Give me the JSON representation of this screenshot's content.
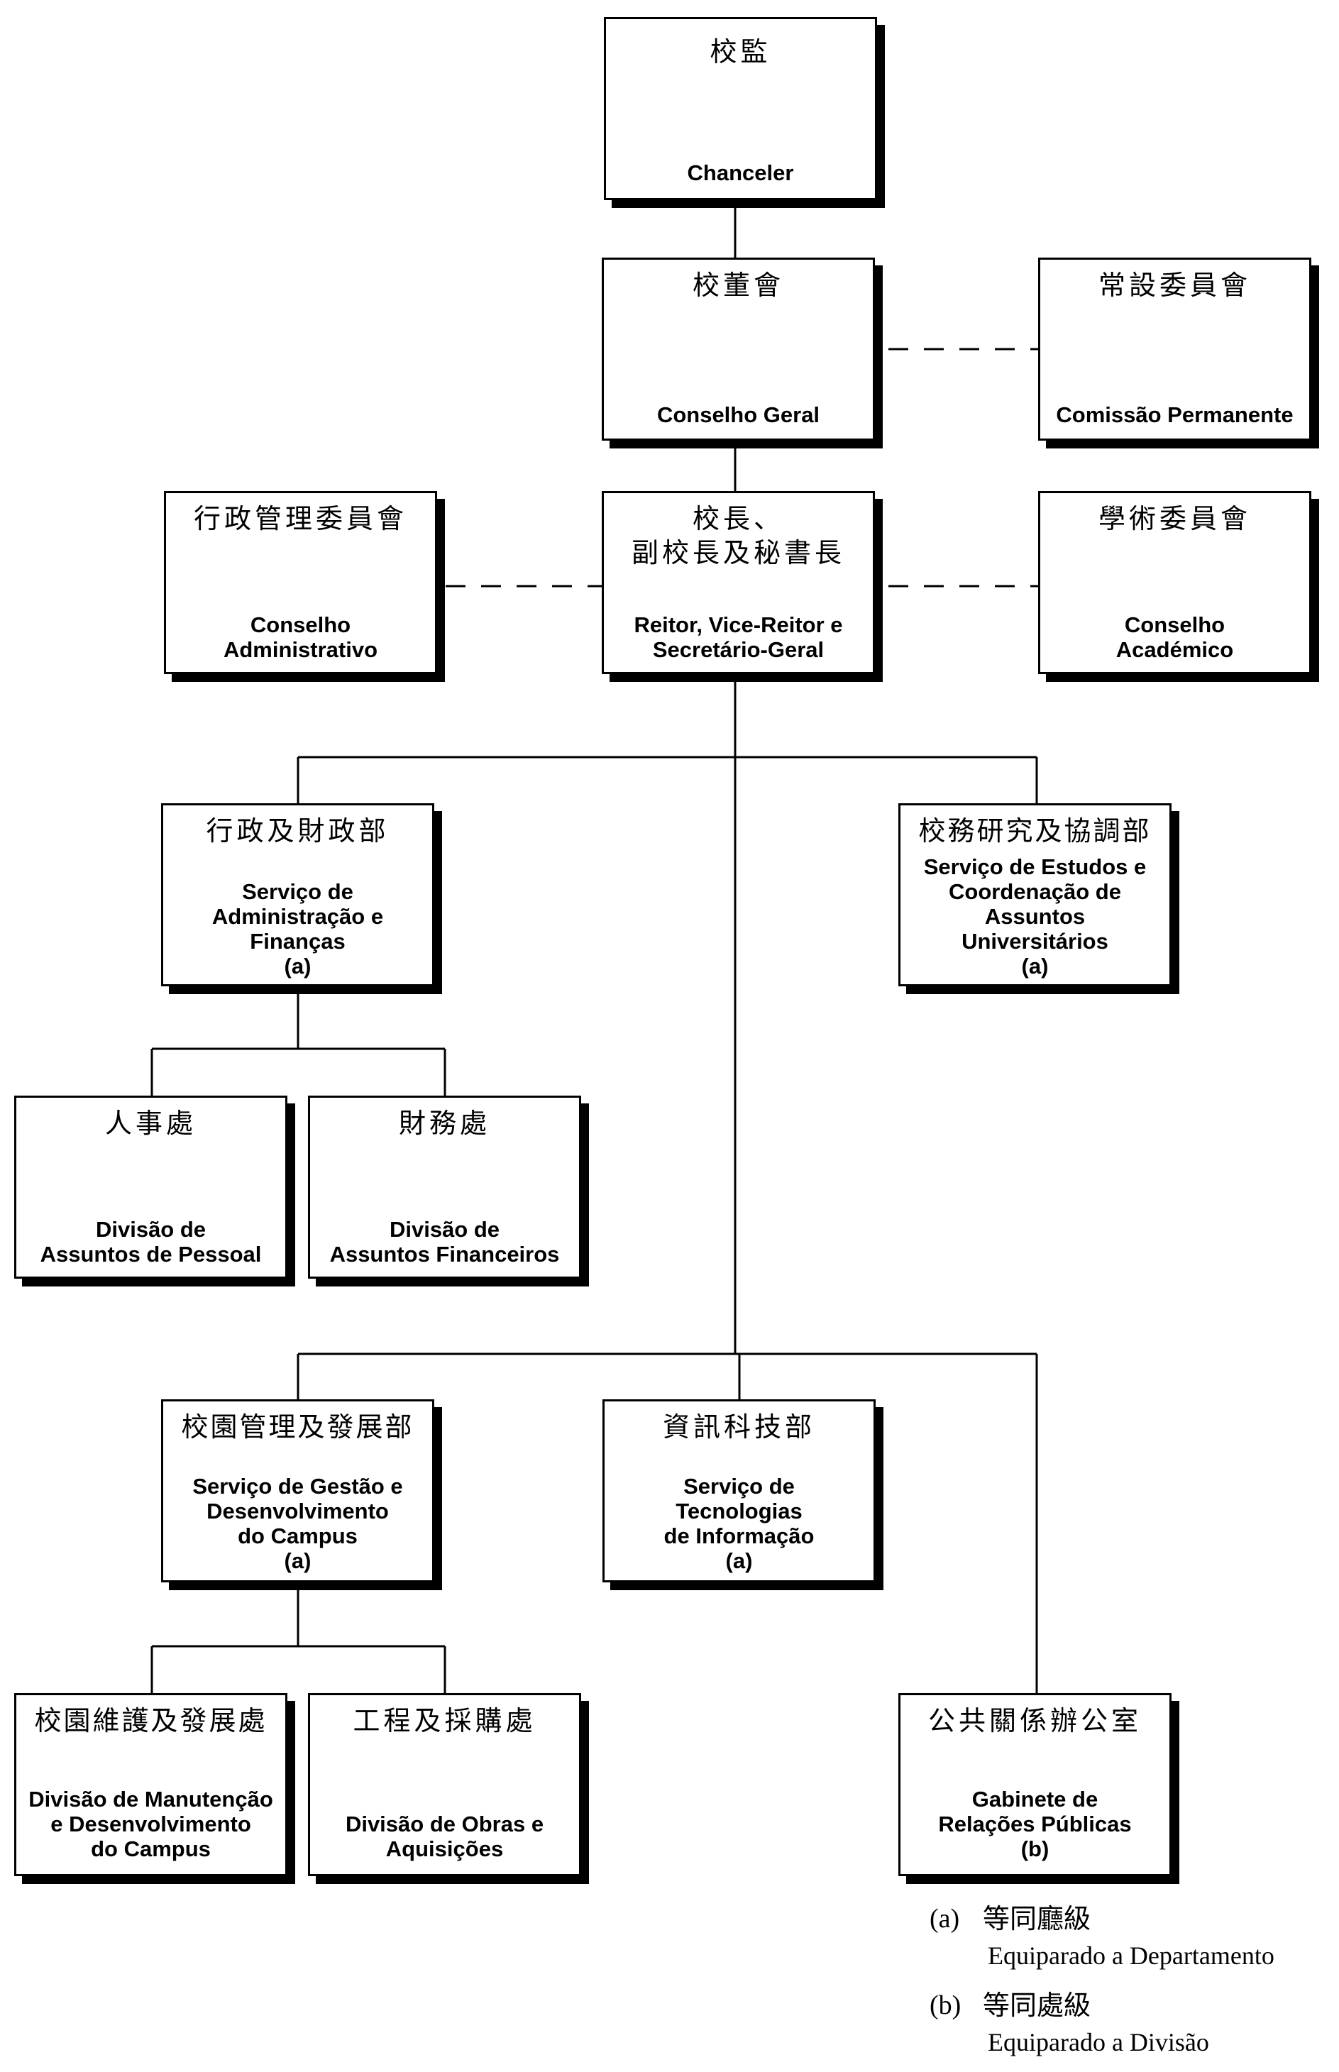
{
  "units": [
    {
      "id": "chanceler",
      "zh": "校監",
      "pt": "Chanceler"
    },
    {
      "id": "conselho-geral",
      "zh": "校董會",
      "pt": "Conselho Geral"
    },
    {
      "id": "comissao-permanente",
      "zh": "常設委員會",
      "pt": "Comissão Permanente"
    },
    {
      "id": "conselho-administrativo",
      "zh": "行政管理委員會",
      "pt": "Conselho\nAdministrativo"
    },
    {
      "id": "reitor",
      "zh": "校長、\n副校長及秘書長",
      "pt": "Reitor, Vice-Reitor e\nSecretário-Geral"
    },
    {
      "id": "conselho-academico",
      "zh": "學術委員會",
      "pt": "Conselho\nAcadémico"
    },
    {
      "id": "servico-administracao-financas",
      "zh": "行政及財政部",
      "pt": "Serviço de\nAdministração e\nFinanças\n(a)"
    },
    {
      "id": "servico-estudos-coordenacao",
      "zh": "校務研究及協調部",
      "pt": "Serviço de Estudos e\nCoordenação de\nAssuntos\nUniversitários\n(a)"
    },
    {
      "id": "divisao-pessoal",
      "zh": "人事處",
      "pt": "Divisão de\nAssuntos de Pessoal"
    },
    {
      "id": "divisao-financeiros",
      "zh": "財務處",
      "pt": "Divisão de\nAssuntos Financeiros"
    },
    {
      "id": "servico-gestao-campus",
      "zh": "校園管理及發展部",
      "pt": "Serviço de Gestão e\nDesenvolvimento\ndo Campus\n(a)"
    },
    {
      "id": "servico-tecnologias",
      "zh": "資訊科技部",
      "pt": "Serviço de\nTecnologias\nde Informação\n(a)"
    },
    {
      "id": "divisao-manutencao",
      "zh": "校園維護及發展處",
      "pt": "Divisão de Manutenção\ne Desenvolvimento\ndo Campus"
    },
    {
      "id": "divisao-obras",
      "zh": "工程及採購處",
      "pt": "Divisão de Obras e\nAquisições"
    },
    {
      "id": "gabinete-relacoes",
      "zh": "公共關係辦公室",
      "pt": "Gabinete de\nRelações Públicas\n(b)"
    }
  ],
  "legend": [
    {
      "id": "a",
      "mark": "(a)",
      "zh": "等同廳級",
      "pt": "Equiparado a Departamento"
    },
    {
      "id": "b",
      "mark": "(b)",
      "zh": "等同處級",
      "pt": "Equiparado a Divisão"
    }
  ]
}
